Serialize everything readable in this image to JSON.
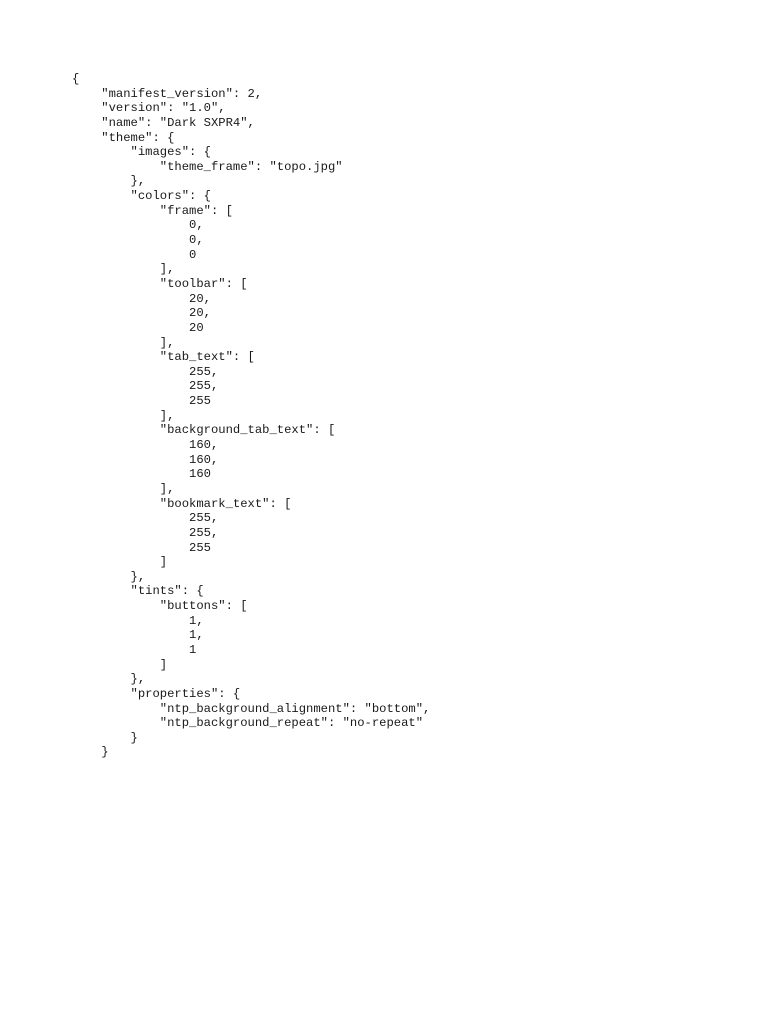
{
  "document": {
    "lines": [
      "{",
      "    \"manifest_version\": 2,",
      "    \"version\": \"1.0\",",
      "    \"name\": \"Dark SXPR4\",",
      "    \"theme\": {",
      "        \"images\": {",
      "            \"theme_frame\": \"topo.jpg\"",
      "        },",
      "        \"colors\": {",
      "            \"frame\": [",
      "                0,",
      "                0,",
      "                0",
      "            ],",
      "            \"toolbar\": [",
      "                20,",
      "                20,",
      "                20",
      "            ],",
      "            \"tab_text\": [",
      "                255,",
      "                255,",
      "                255",
      "            ],",
      "            \"background_tab_text\": [",
      "                160,",
      "                160,",
      "                160",
      "            ],",
      "            \"bookmark_text\": [",
      "                255,",
      "                255,",
      "                255",
      "            ]",
      "        },",
      "        \"tints\": {",
      "            \"buttons\": [",
      "                1,",
      "                1,",
      "                1",
      "            ]",
      "        },",
      "        \"properties\": {",
      "            \"ntp_background_alignment\": \"bottom\",",
      "            \"ntp_background_repeat\": \"no-repeat\"",
      "        }",
      "    }",
      "}"
    ]
  }
}
